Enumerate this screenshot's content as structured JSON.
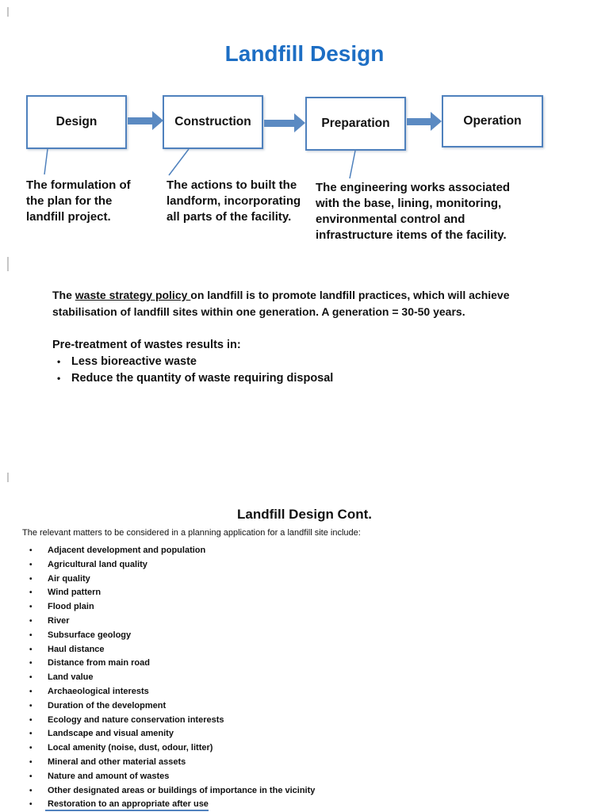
{
  "slide1": {
    "title": "Landfill Design",
    "flow_steps": [
      {
        "label": "Design",
        "description": "The formulation of the plan for the landfill project."
      },
      {
        "label": "Construction",
        "description": "The actions to built the landform, incorporating all parts of the facility."
      },
      {
        "label": "Preparation",
        "description": "The engineering works associated with the base, lining, monitoring, environmental control and infrastructure items of the facility."
      },
      {
        "label": "Operation",
        "description": ""
      }
    ],
    "policy": {
      "prefix": "The ",
      "highlight": "waste strategy policy ",
      "body": "on landfill is to promote landfill practices, which will achieve stabilisation of landfill sites within one generation. A generation = 30-50 years.",
      "pretreatment_heading": "Pre-treatment of wastes results in:",
      "bullets": [
        "Less bioreactive waste",
        "Reduce the quantity of waste requiring disposal"
      ]
    }
  },
  "slide2": {
    "title": "Landfill Design Cont.",
    "intro": "The relevant matters to be considered in a planning application for a landfill site include:",
    "items": [
      "Adjacent development and population",
      "Agricultural land quality",
      "Air quality",
      "Wind pattern",
      "Flood plain",
      "River",
      "Subsurface geology",
      "Haul distance",
      "Distance from main road",
      "Land value",
      "Archaeological interests",
      "Duration of the development",
      "Ecology and nature conservation interests",
      "Landscape and visual amenity",
      "Local amenity (noise, dust, odour, litter)",
      "Mineral and other material assets",
      "Nature and amount of wastes",
      "Other designated areas or buildings of importance in the vicinity",
      "Restoration to an appropriate after use"
    ]
  },
  "glyphs": {
    "bullet": "•"
  },
  "colors": {
    "title_blue": "#1d6ec4",
    "shape_blue": "#4f81bd",
    "arrow_blue": "#5b8ac2",
    "text": "#111111"
  }
}
